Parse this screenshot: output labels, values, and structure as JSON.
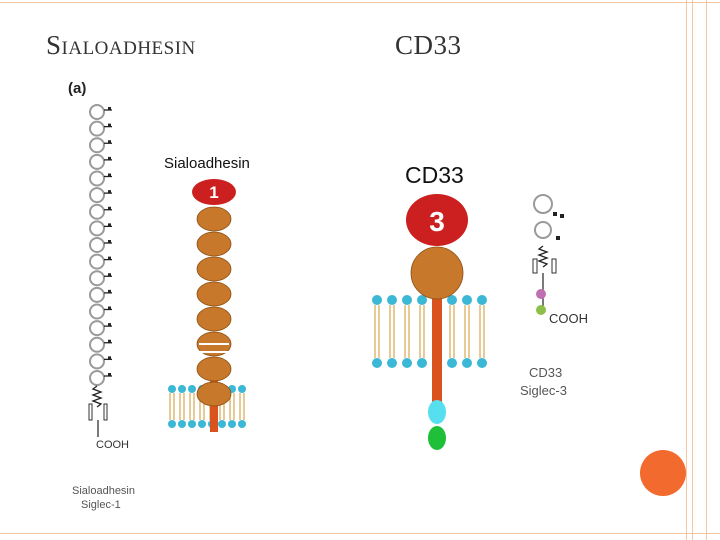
{
  "slide": {
    "title_left": "Sialoadhesin",
    "title_right": "CD33",
    "accent_color": "#f26a2e",
    "frame_color": "#f2c7a5"
  },
  "diagram": {
    "panel_label": "(a)",
    "sialoadhesin_schematic": {
      "domain_count": 17,
      "terminal_label": "COOH",
      "caption_line1": "Sialoadhesin",
      "caption_line2": "Siglec-1"
    },
    "sialoadhesin_model": {
      "label": "Sialoadhesin",
      "first_domain_number": "1",
      "domain_count": 8,
      "domain1_color": "#cc1f1f",
      "domain_color": "#c8782a",
      "stem_color": "#d9531e",
      "lipid_head_color": "#3bb8d6"
    },
    "cd33_model": {
      "label": "CD33",
      "first_domain_number": "3",
      "domain1_color": "#cc1f1f",
      "domain_color": "#c8782a",
      "stem_color": "#d9531e",
      "cyto_domain1_color": "#56e0ef",
      "cyto_domain2_color": "#1fbf3a"
    },
    "cd33_schematic": {
      "terminal_label": "COOH",
      "caption_line1": "CD33",
      "caption_line2": "Siglec-3"
    }
  }
}
